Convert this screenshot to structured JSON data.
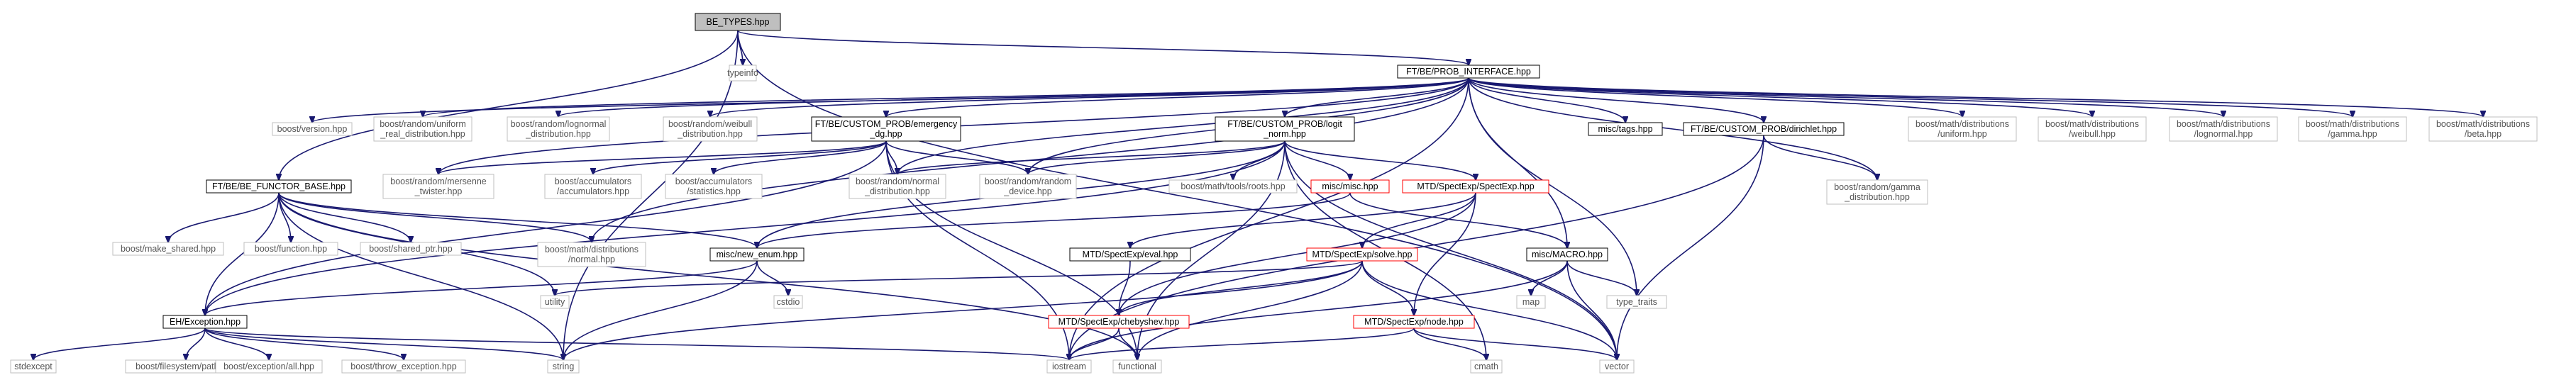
{
  "colors": {
    "edge": "#191970",
    "edge_to_grey": "#5a5a8a",
    "root_fill": "#bfbfbf",
    "doc_border": "#000000",
    "missing_border": "#ff0000",
    "external_border": "#bfbfbf"
  },
  "nodes": [
    {
      "id": "be_types",
      "label": "BE_TYPES.hpp",
      "kind": "root"
    },
    {
      "id": "typeinfo",
      "label": "typeinfo",
      "kind": "external"
    },
    {
      "id": "prob_iface",
      "label": "FT/BE/PROB_INTERFACE.hpp",
      "kind": "doc"
    },
    {
      "id": "boost_version",
      "label": "boost/version.hpp",
      "kind": "external"
    },
    {
      "id": "boost_rud",
      "label": [
        "boost/random/uniform",
        "_real_distribution.hpp"
      ],
      "kind": "external"
    },
    {
      "id": "boost_lognormal_dist",
      "label": [
        "boost/random/lognormal",
        "_distribution.hpp"
      ],
      "kind": "external"
    },
    {
      "id": "boost_weibull_dist",
      "label": [
        "boost/random/weibull",
        "_distribution.hpp"
      ],
      "kind": "external"
    },
    {
      "id": "emergency",
      "label": [
        "FT/BE/CUSTOM_PROB/emergency",
        "_dg.hpp"
      ],
      "kind": "doc"
    },
    {
      "id": "logit",
      "label": [
        "FT/BE/CUSTOM_PROB/logit",
        "_norm.hpp"
      ],
      "kind": "doc"
    },
    {
      "id": "misc_tags",
      "label": "misc/tags.hpp",
      "kind": "doc"
    },
    {
      "id": "dirichlet",
      "label": "FT/BE/CUSTOM_PROB/dirichlet.hpp",
      "kind": "doc"
    },
    {
      "id": "bmd_uniform",
      "label": [
        "boost/math/distributions",
        "/uniform.hpp"
      ],
      "kind": "external"
    },
    {
      "id": "bmd_weibull",
      "label": [
        "boost/math/distributions",
        "/weibull.hpp"
      ],
      "kind": "external"
    },
    {
      "id": "bmd_lognormal",
      "label": [
        "boost/math/distributions",
        "/lognormal.hpp"
      ],
      "kind": "external"
    },
    {
      "id": "bmd_gamma",
      "label": [
        "boost/math/distributions",
        "/gamma.hpp"
      ],
      "kind": "external"
    },
    {
      "id": "bmd_beta",
      "label": [
        "boost/math/distributions",
        "/beta.hpp"
      ],
      "kind": "external"
    },
    {
      "id": "mersenne",
      "label": [
        "boost/random/mersenne",
        "_twister.hpp"
      ],
      "kind": "external"
    },
    {
      "id": "acc_acc",
      "label": [
        "boost/accumulators",
        "/accumulators.hpp"
      ],
      "kind": "external"
    },
    {
      "id": "acc_stats",
      "label": [
        "boost/accumulators",
        "/statistics.hpp"
      ],
      "kind": "external"
    },
    {
      "id": "random_normal",
      "label": [
        "boost/random/normal",
        "_distribution.hpp"
      ],
      "kind": "external"
    },
    {
      "id": "random_device",
      "label": [
        "boost/random/random",
        "_device.hpp"
      ],
      "kind": "external"
    },
    {
      "id": "roots",
      "label": "boost/math/tools/roots.hpp",
      "kind": "external"
    },
    {
      "id": "misc_misc",
      "label": "misc/misc.hpp",
      "kind": "missing"
    },
    {
      "id": "spectexp",
      "label": "MTD/SpectExp/SpectExp.hpp",
      "kind": "missing"
    },
    {
      "id": "random_gamma",
      "label": [
        "boost/random/gamma",
        "_distribution.hpp"
      ],
      "kind": "external"
    },
    {
      "id": "be_functor",
      "label": "FT/BE/BE_FUNCTOR_BASE.hpp",
      "kind": "doc"
    },
    {
      "id": "make_shared",
      "label": "boost/make_shared.hpp",
      "kind": "external"
    },
    {
      "id": "boost_function",
      "label": "boost/function.hpp",
      "kind": "external"
    },
    {
      "id": "shared_ptr",
      "label": "boost/shared_ptr.hpp",
      "kind": "external"
    },
    {
      "id": "bmd_normal",
      "label": [
        "boost/math/distributions",
        "/normal.hpp"
      ],
      "kind": "external"
    },
    {
      "id": "new_enum",
      "label": "misc/new_enum.hpp",
      "kind": "doc"
    },
    {
      "id": "spect_eval",
      "label": "MTD/SpectExp/eval.hpp",
      "kind": "doc"
    },
    {
      "id": "spect_solve",
      "label": "MTD/SpectExp/solve.hpp",
      "kind": "missing"
    },
    {
      "id": "misc_macro",
      "label": "misc/MACRO.hpp",
      "kind": "doc"
    },
    {
      "id": "utility",
      "label": "utility",
      "kind": "external"
    },
    {
      "id": "cstdio",
      "label": "cstdio",
      "kind": "external"
    },
    {
      "id": "map",
      "label": "map",
      "kind": "external"
    },
    {
      "id": "type_traits",
      "label": "type_traits",
      "kind": "external"
    },
    {
      "id": "eh_exception",
      "label": "EH/Exception.hpp",
      "kind": "doc"
    },
    {
      "id": "chebyshev",
      "label": "MTD/SpectExp/chebyshev.hpp",
      "kind": "missing"
    },
    {
      "id": "spect_node",
      "label": "MTD/SpectExp/node.hpp",
      "kind": "missing"
    },
    {
      "id": "stdexcept",
      "label": "stdexcept",
      "kind": "external"
    },
    {
      "id": "fs_path",
      "label": "boost/filesystem/path.hpp",
      "kind": "external"
    },
    {
      "id": "exc_all",
      "label": "boost/exception/all.hpp",
      "kind": "external"
    },
    {
      "id": "throw_exc",
      "label": "boost/throw_exception.hpp",
      "kind": "external"
    },
    {
      "id": "string",
      "label": "string",
      "kind": "external"
    },
    {
      "id": "iostream",
      "label": "iostream",
      "kind": "external"
    },
    {
      "id": "functional",
      "label": "functional",
      "kind": "external"
    },
    {
      "id": "cmath",
      "label": "cmath",
      "kind": "external"
    },
    {
      "id": "vector",
      "label": "vector",
      "kind": "external"
    }
  ],
  "edges": [
    [
      "be_types",
      "typeinfo"
    ],
    [
      "be_types",
      "prob_iface"
    ],
    [
      "be_types",
      "be_functor"
    ],
    [
      "be_types",
      "string"
    ],
    [
      "be_types",
      "vector"
    ],
    [
      "prob_iface",
      "boost_version"
    ],
    [
      "prob_iface",
      "boost_rud"
    ],
    [
      "prob_iface",
      "boost_lognormal_dist"
    ],
    [
      "prob_iface",
      "boost_weibull_dist"
    ],
    [
      "prob_iface",
      "emergency"
    ],
    [
      "prob_iface",
      "logit"
    ],
    [
      "prob_iface",
      "misc_tags"
    ],
    [
      "prob_iface",
      "dirichlet"
    ],
    [
      "prob_iface",
      "bmd_uniform"
    ],
    [
      "prob_iface",
      "bmd_weibull"
    ],
    [
      "prob_iface",
      "bmd_lognormal"
    ],
    [
      "prob_iface",
      "bmd_gamma"
    ],
    [
      "prob_iface",
      "bmd_beta"
    ],
    [
      "prob_iface",
      "mersenne"
    ],
    [
      "prob_iface",
      "random_normal"
    ],
    [
      "prob_iface",
      "random_device"
    ],
    [
      "prob_iface",
      "random_gamma"
    ],
    [
      "prob_iface",
      "bmd_normal"
    ],
    [
      "prob_iface",
      "misc_macro"
    ],
    [
      "prob_iface",
      "type_traits"
    ],
    [
      "prob_iface",
      "iostream"
    ],
    [
      "emergency",
      "mersenne"
    ],
    [
      "emergency",
      "acc_acc"
    ],
    [
      "emergency",
      "acc_stats"
    ],
    [
      "emergency",
      "random_normal"
    ],
    [
      "emergency",
      "random_device"
    ],
    [
      "emergency",
      "eh_exception"
    ],
    [
      "emergency",
      "iostream"
    ],
    [
      "emergency",
      "functional"
    ],
    [
      "logit",
      "random_normal"
    ],
    [
      "logit",
      "random_device"
    ],
    [
      "logit",
      "roots"
    ],
    [
      "logit",
      "misc_misc"
    ],
    [
      "logit",
      "spectexp"
    ],
    [
      "logit",
      "eh_exception"
    ],
    [
      "logit",
      "new_enum"
    ],
    [
      "logit",
      "functional"
    ],
    [
      "logit",
      "cmath"
    ],
    [
      "logit",
      "vector"
    ],
    [
      "dirichlet",
      "random_gamma"
    ],
    [
      "dirichlet",
      "vector"
    ],
    [
      "dirichlet",
      "iostream"
    ],
    [
      "misc_misc",
      "new_enum"
    ],
    [
      "misc_misc",
      "misc_macro"
    ],
    [
      "spectexp",
      "spect_solve"
    ],
    [
      "spectexp",
      "chebyshev"
    ],
    [
      "spectexp",
      "spect_node"
    ],
    [
      "spectexp",
      "spect_eval"
    ],
    [
      "be_functor",
      "make_shared"
    ],
    [
      "be_functor",
      "boost_function"
    ],
    [
      "be_functor",
      "shared_ptr"
    ],
    [
      "be_functor",
      "bmd_normal"
    ],
    [
      "be_functor",
      "new_enum"
    ],
    [
      "be_functor",
      "eh_exception"
    ],
    [
      "be_functor",
      "utility"
    ],
    [
      "be_functor",
      "string"
    ],
    [
      "be_functor",
      "functional"
    ],
    [
      "new_enum",
      "cstdio"
    ],
    [
      "new_enum",
      "string"
    ],
    [
      "new_enum",
      "eh_exception"
    ],
    [
      "spect_eval",
      "chebyshev"
    ],
    [
      "spect_solve",
      "chebyshev"
    ],
    [
      "spect_solve",
      "spect_node"
    ],
    [
      "spect_solve",
      "utility"
    ],
    [
      "spect_solve",
      "functional"
    ],
    [
      "spect_solve",
      "string"
    ],
    [
      "spect_solve",
      "vector"
    ],
    [
      "misc_macro",
      "map"
    ],
    [
      "misc_macro",
      "type_traits"
    ],
    [
      "misc_macro",
      "vector"
    ],
    [
      "misc_macro",
      "iostream"
    ],
    [
      "eh_exception",
      "stdexcept"
    ],
    [
      "eh_exception",
      "fs_path"
    ],
    [
      "eh_exception",
      "exc_all"
    ],
    [
      "eh_exception",
      "throw_exc"
    ],
    [
      "eh_exception",
      "string"
    ],
    [
      "eh_exception",
      "iostream"
    ],
    [
      "chebyshev",
      "iostream"
    ],
    [
      "chebyshev",
      "functional"
    ],
    [
      "spect_node",
      "iostream"
    ],
    [
      "spect_node",
      "cmath"
    ],
    [
      "spect_node",
      "vector"
    ]
  ]
}
